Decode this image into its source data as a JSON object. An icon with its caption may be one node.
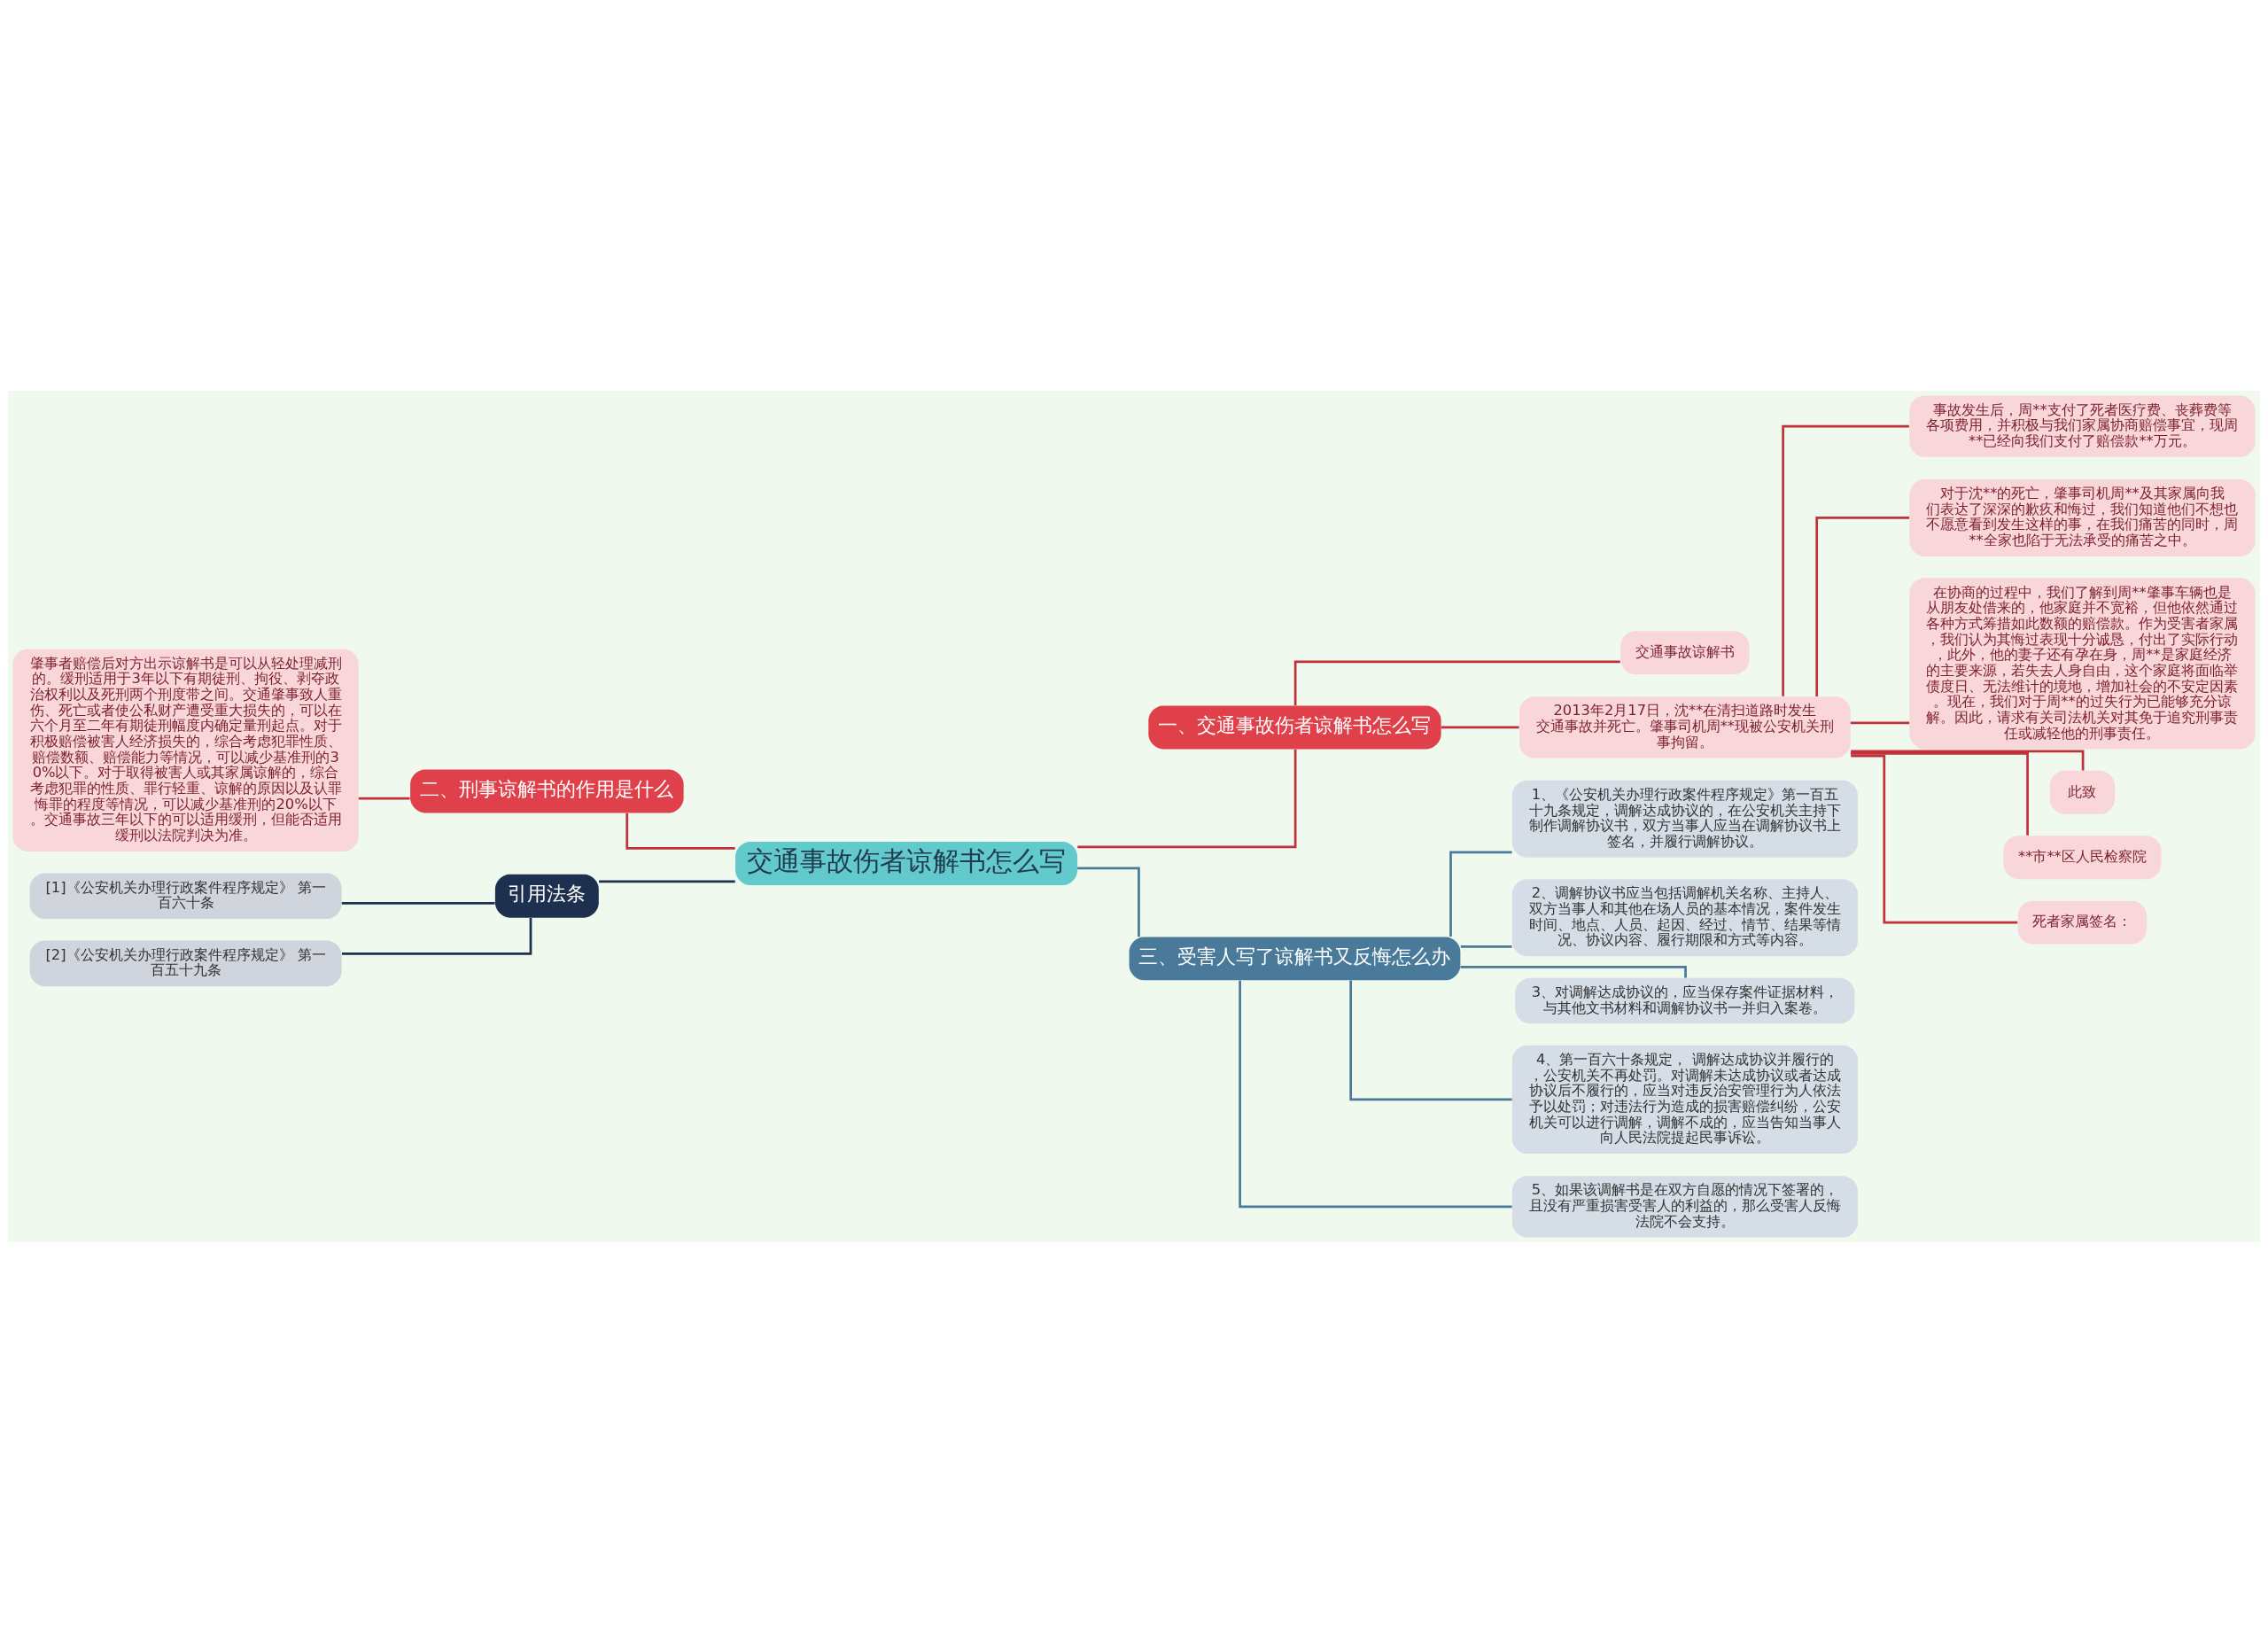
{
  "diagram": {
    "nodes": [
      {
        "text": [
          "交通事故伤者谅解书怎么写"
        ]
      },
      {
        "text": [
          "一、交通事故伤者谅解书怎么写"
        ]
      },
      {
        "text": [
          "交通事故谅解书"
        ]
      },
      {
        "text": [
          "2013年2月17日，沈**在清扫道路时发生交通事故并死亡。肇事司机周**现被公安机关刑事拘留。"
        ]
      },
      {
        "text": [
          "事故发生后，周**支付了死者医疗费、丧葬费等各项费用，并积极与我们家属协商赔偿事宜，现周**已经向我们支付了赔偿款**万元。"
        ]
      },
      {
        "text": [
          "对于沈**的死亡，肇事司机周**及其家属向我们表达了深深的歉疚和悔过，我们知道他们不想也不愿意看到发生这样的事，在我们痛苦的同时，周**全家也陷于无法承受的痛苦之中。"
        ]
      },
      {
        "text": [
          "在协商的过程中，我们了解到周**肇事车辆也是从朋友处借来的，他家庭并不宽裕，但他依然通过各种方式筹措如此数额的赔偿款。作为受害者家属，我们认为其悔过表现十分诚恳，付出了实际行动，此外，他的妻子还有孕在身，周**是家庭经济的主要来源，若失去人身自由，这个家庭将面临举债度日、无法维计的境地，增加社会的不安定因素。现在，我们对于周**的过失行为已能够充分谅解。因此，请求有关司法机关对其免于追究刑事责任或减轻他的刑事责任。"
        ]
      },
      {
        "text": [
          "此致"
        ]
      },
      {
        "text": [
          "**市**区人民检察院"
        ]
      },
      {
        "text": [
          "死者家属签名："
        ]
      },
      {
        "text": [
          "三、受害人写了谅解书又反悔怎么办"
        ]
      },
      {
        "text": [
          "1、《公安机关办理行政案件程序规定》第一百五十九条规定，调解达成协议的，在公安机关主持下制作调解协议书，双方当事人应当在调解协议书上签名，并履行调解协议。"
        ]
      },
      {
        "text": [
          "2、调解协议书应当包括调解机关名称、主持人、双方当事人和其他在场人员的基本情况，案件发生时间、地点、人员、起因、经过、情节、结果等情况、协议内容、履行期限和方式等内容。"
        ]
      },
      {
        "text": [
          "3、对调解达成协议的，应当保存案件证据材料，与其他文书材料和调解协议书一并归入案卷。"
        ]
      },
      {
        "text": [
          "4、第一百六十条规定， 调解达成协议并履行的，公安机关不再处罚。对调解未达成协议或者达成协议后不履行的，应当对违反治安管理行为人依法予以处罚；对违法行为造成的损害赔偿纠纷，公安机关可以进行调解，调解不成的，应当告知当事人向人民法院提起民事诉讼。"
        ]
      },
      {
        "text": [
          "5、如果该调解书是在双方自愿的情况下签署的，且没有严重损害受害人的利益的，那么受害人反悔法院不会支持。"
        ]
      },
      {
        "text": [
          "二、刑事谅解书的作用是什么"
        ]
      },
      {
        "text": [
          "肇事者赔偿后对方出示谅解书是可以从轻处理减刑的。缓刑适用于3年以下有期徒刑、拘役、剥夺政治权利以及死刑两个刑度带之间。交通肇事致人重伤、死亡或者使公私财产遭受重大损失的，可以在六个月至二年有期徒刑幅度内确定量刑起点。对于积极赔偿被害人经济损失的，综合考虑犯罪性质、赔偿数额、赔偿能力等情况，可以减少基准刑的30%以下。对于取得被害人或其家属谅解的，综合考虑犯罪的性质、罪行轻重、谅解的原因以及认罪悔罪的程度等情况，可以减少基准刑的20%以下。交通事故三年以下的可以适用缓刑，但能否适用缓刑以法院判决为准。"
        ]
      },
      {
        "text": [
          "引用法条"
        ]
      },
      {
        "text": [
          "[1]《公安机关办理行政案件程序规定》 第一百六十条"
        ]
      },
      {
        "text": [
          "[2]《公安机关办理行政案件程序规定》 第一百五十九条"
        ]
      }
    ],
    "edges": [
      {
        "from": 0,
        "to": 1,
        "arrow": "none"
      },
      {
        "from": 1,
        "to": 2,
        "arrow": "none"
      },
      {
        "from": 1,
        "to": 3,
        "arrow": "none"
      },
      {
        "from": 3,
        "to": 4,
        "arrow": "none"
      },
      {
        "from": 3,
        "to": 5,
        "arrow": "none"
      },
      {
        "from": 3,
        "to": 6,
        "arrow": "none"
      },
      {
        "from": 3,
        "to": 7,
        "arrow": "none"
      },
      {
        "from": 3,
        "to": 8,
        "arrow": "none"
      },
      {
        "from": 3,
        "to": 9,
        "arrow": "none"
      },
      {
        "from": 0,
        "to": 10,
        "arrow": "none",
        "color": "#4a7a9a"
      },
      {
        "from": 10,
        "to": 11,
        "arrow": "none",
        "color": "#4a7a9a"
      },
      {
        "from": 10,
        "to": 12,
        "arrow": "none",
        "color": "#4a7a9a"
      },
      {
        "from": 10,
        "to": 13,
        "arrow": "none",
        "color": "#4a7a9a"
      },
      {
        "from": 10,
        "to": 14,
        "arrow": "none",
        "color": "#4a7a9a"
      },
      {
        "from": 10,
        "to": 15,
        "arrow": "none",
        "color": "#4a7a9a"
      },
      {
        "from": 0,
        "to": 16,
        "arrow": "none"
      },
      {
        "from": 16,
        "to": 17,
        "arrow": "none"
      },
      {
        "from": 0,
        "to": 18,
        "arrow": "none",
        "color": "#1e3050"
      },
      {
        "from": 18,
        "to": 19,
        "arrow": "none",
        "color": "#1e3050"
      },
      {
        "from": 18,
        "to": 20,
        "arrow": "none",
        "color": "#1e3050"
      }
    ]
  }
}
